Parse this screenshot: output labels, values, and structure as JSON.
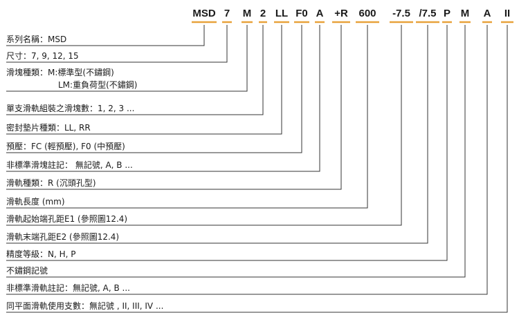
{
  "code": [
    "MSD",
    "7",
    "M",
    "2",
    "LL",
    "F0",
    "A",
    "+R",
    "600",
    "-7.5",
    "/7.5",
    "P",
    "M",
    "A",
    "II"
  ],
  "labels": [
    {
      "lines": [
        "系列名稱：MSD"
      ]
    },
    {
      "lines": [
        "尺寸：7, 9, 12, 15"
      ]
    },
    {
      "lines": [
        "滑塊種類：M:標準型(不鏽鋼)",
        "LM:重負荷型(不鏽鋼)"
      ]
    },
    {
      "lines": [
        "單支滑軌組裝之滑塊數：1, 2, 3 ..."
      ]
    },
    {
      "lines": [
        "密封墊片種類：LL, RR"
      ]
    },
    {
      "lines": [
        "預壓：FC (輕預壓), F0 (中預壓)"
      ]
    },
    {
      "lines": [
        "非標準滑塊註記： 無記號, A, B ..."
      ]
    },
    {
      "lines": [
        "滑軌種類：R (沉頭孔型)"
      ]
    },
    {
      "lines": [
        "滑軌長度 (mm)"
      ]
    },
    {
      "lines": [
        "滑軌起始端孔距E1 (參照圖12.4)"
      ]
    },
    {
      "lines": [
        "滑軌末端孔距E2 (參照圖12.4)"
      ]
    },
    {
      "lines": [
        "精度等級：N, H, P"
      ]
    },
    {
      "lines": [
        "不鏽鋼記號"
      ]
    },
    {
      "lines": [
        "非標準滑軌註記：無記號, A, B ..."
      ]
    },
    {
      "lines": [
        "同平面滑軌使用支數：無記號 , II, III, IV ..."
      ]
    }
  ],
  "colors": {
    "underline": "#e8a23a",
    "line": "#333333",
    "text": "#1a1a1a"
  }
}
